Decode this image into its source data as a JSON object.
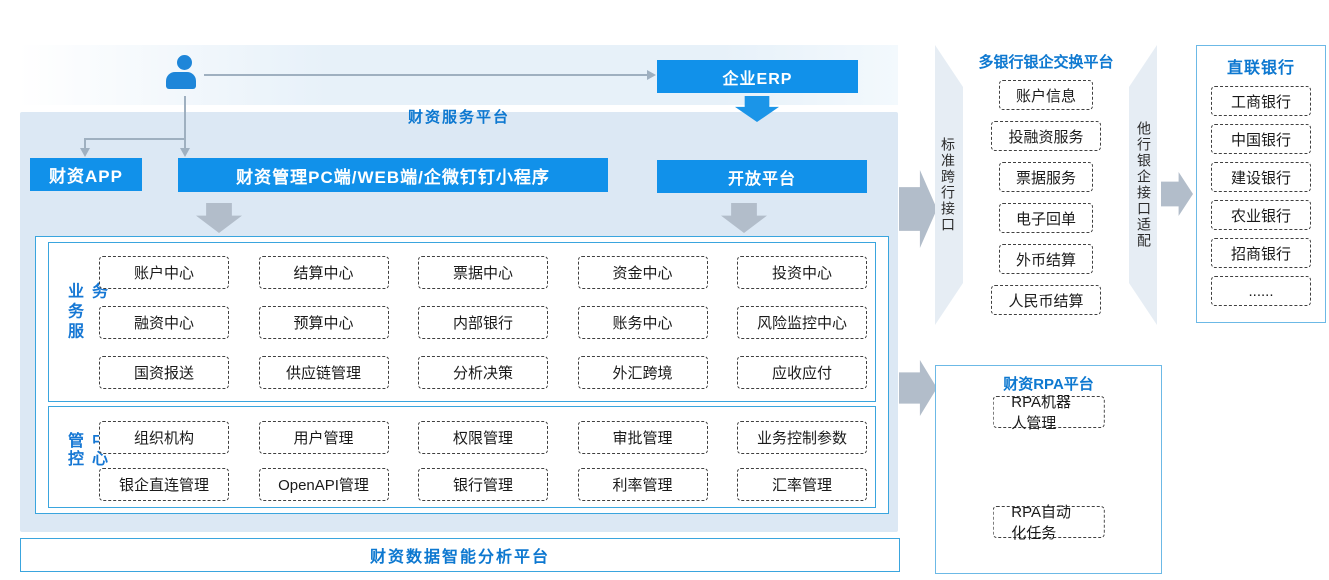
{
  "colors": {
    "primary_blue": "#1191ea",
    "title_blue": "#0d78d0",
    "panel_bg": "#dce8f4",
    "arrow_gray": "#b2bdca",
    "node_border": "#404040"
  },
  "header": {
    "erp_label": "企业ERP",
    "platform_label": "财资服务平台"
  },
  "entry_buttons": {
    "app": "财资APP",
    "pc": "财资管理PC端/WEB端/企微钉钉小程序",
    "open": "开放平台"
  },
  "business": {
    "label": "业务服务",
    "rows": [
      [
        "账户中心",
        "结算中心",
        "票据中心",
        "资金中心",
        "投资中心"
      ],
      [
        "融资中心",
        "预算中心",
        "内部银行",
        "账务中心",
        "风险监控中心"
      ],
      [
        "国资报送",
        "供应链管理",
        "分析决策",
        "外汇跨境",
        "应收应付"
      ]
    ]
  },
  "control": {
    "label": "管控中心",
    "rows": [
      [
        "组织机构",
        "用户管理",
        "权限管理",
        "审批管理",
        "业务控制参数"
      ],
      [
        "银企直连管理",
        "OpenAPI管理",
        "银行管理",
        "利率管理",
        "汇率管理"
      ]
    ]
  },
  "bottom_bar": {
    "label": "财资数据智能分析平台"
  },
  "exchange": {
    "title": "多银行银企交换平台",
    "left_label": "标准跨行接口",
    "right_label": "他行银企接口适配",
    "items": [
      "账户信息",
      "投融资服务",
      "票据服务",
      "电子回单",
      "外币结算",
      "人民币结算"
    ]
  },
  "banks": {
    "title": "直联银行",
    "items": [
      "工商银行",
      "中国银行",
      "建设银行",
      "农业银行",
      "招商银行",
      "......"
    ]
  },
  "rpa": {
    "title": "财资RPA平台",
    "items": [
      "RPA机器人管理",
      "RPA自动化任务"
    ]
  }
}
